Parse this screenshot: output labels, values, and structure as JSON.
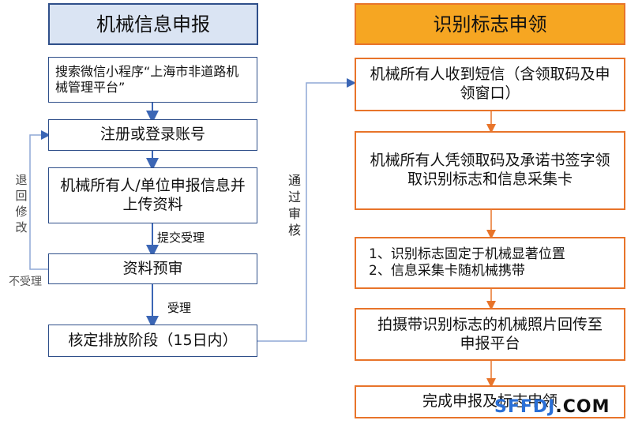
{
  "left": {
    "header": "机械信息申报",
    "step1": "搜索微信小程序“上海市非道路机械管理平台”",
    "step2": "注册或登录账号",
    "step3": "机械所有人/单位申报信息并上传资料",
    "step4": "资料预审",
    "step5": "核定排放阶段（15日内）",
    "label_submit": "提交受理",
    "label_accept": "受理",
    "label_reject": "不受理",
    "label_return": "退回修改"
  },
  "middle": {
    "label_pass": "通过审核"
  },
  "right": {
    "header": "识别标志申领",
    "step1": "机械所有人收到短信（含领取码及申领窗口）",
    "step2": "机械所有人凭领取码及承诺书签字领取识别标志和信息采集卡",
    "step3_line1": "1、识别标志固定于机械显著位置",
    "step3_line2": "2、信息采集卡随机械携带",
    "step4": "拍摄带识别标志的机械照片回传至申报平台",
    "step5": "完成申报及标志申领"
  },
  "watermark": {
    "brand": "SFFDJ",
    "suffix": ".COM"
  },
  "colors": {
    "blue_border": "#2f4f8a",
    "blue_header_bg": "#dae4f3",
    "orange_border": "#e8742a",
    "orange_header_bg": "#f6a622",
    "watermark_blue": "#2a6fd6"
  }
}
